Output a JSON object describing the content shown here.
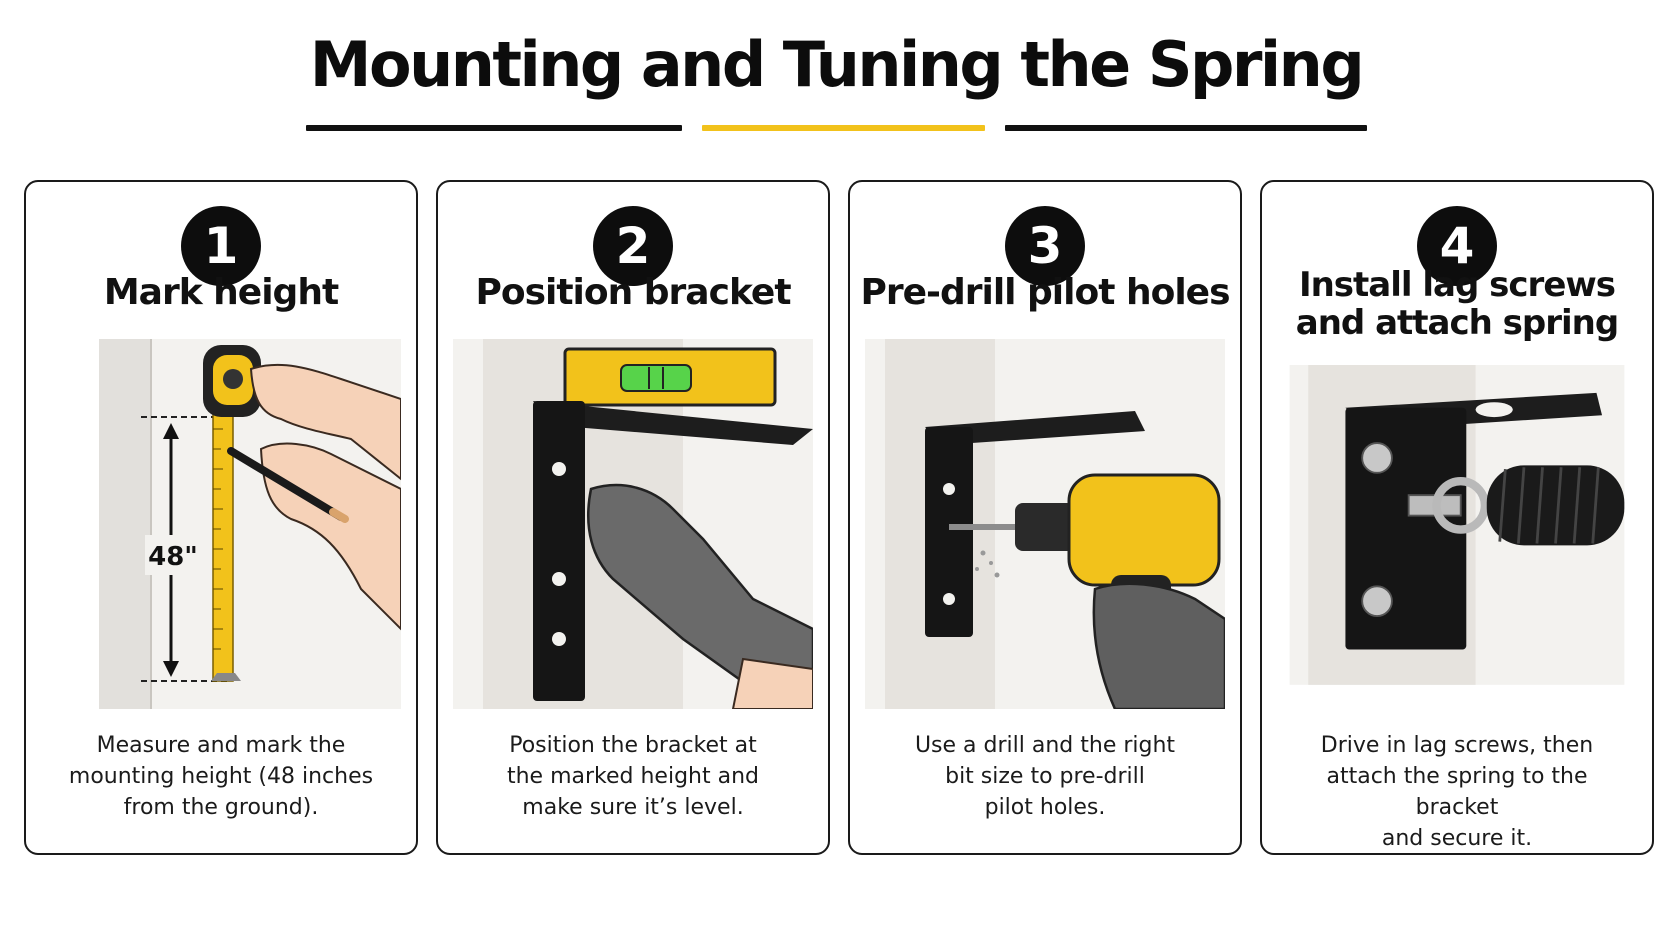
{
  "title": "Mounting and Tuning the Spring",
  "colors": {
    "accent_yellow": "#f2c21b",
    "black": "#111111",
    "wall": "#e8e6e2"
  },
  "steps": [
    {
      "number": "1",
      "title_lines": [
        "Mark height"
      ],
      "icons": [
        "tape-measure-icon",
        "pencil-icon",
        "hand-icon"
      ],
      "measurement": "48\"",
      "desc_lines": [
        "Measure and mark the",
        "mounting height (48 inches",
        "from the ground)."
      ]
    },
    {
      "number": "2",
      "title_lines": [
        "Position bracket"
      ],
      "icons": [
        "level-icon",
        "bracket-icon",
        "gloved-hand-icon"
      ],
      "desc_lines": [
        "Position the bracket at",
        "the marked height and",
        "make sure it’s level."
      ]
    },
    {
      "number": "3",
      "title_lines": [
        "Pre-drill pilot holes"
      ],
      "icons": [
        "bracket-icon",
        "drill-icon",
        "gloved-hand-icon"
      ],
      "desc_lines": [
        "Use a drill and the right",
        "bit size to pre-drill",
        "pilot holes."
      ]
    },
    {
      "number": "4",
      "title_lines": [
        "Install lag screws",
        "and attach spring"
      ],
      "icons": [
        "bracket-icon",
        "lag-screw-icon",
        "spring-icon"
      ],
      "desc_lines": [
        "Drive in lag screws, then",
        "attach the spring to the bracket",
        "and secure it."
      ]
    }
  ]
}
